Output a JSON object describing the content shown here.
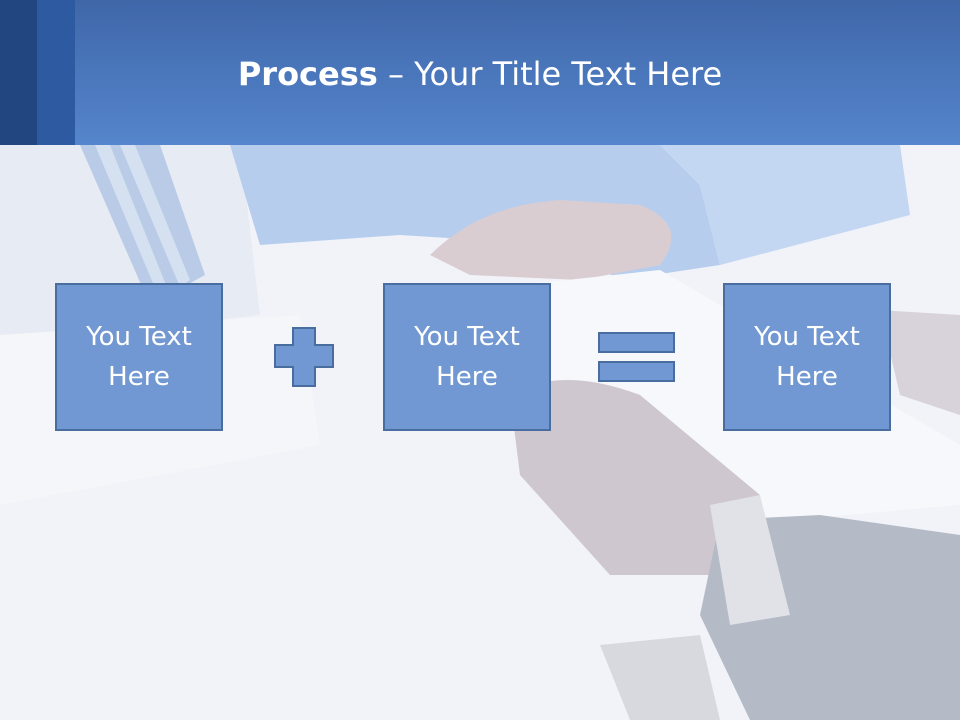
{
  "title": {
    "bold": "Process",
    "rest": " – Your Title Text Here"
  },
  "boxes": [
    {
      "label": "You Text Here"
    },
    {
      "label": "You Text Here"
    },
    {
      "label": "You Text Here"
    }
  ],
  "operators": [
    "plus-icon",
    "equals-icon"
  ],
  "colors": {
    "header": "#4a76bb",
    "box_fill": "#7198d2",
    "box_border": "#4a6d9f",
    "text": "#ffffff"
  }
}
